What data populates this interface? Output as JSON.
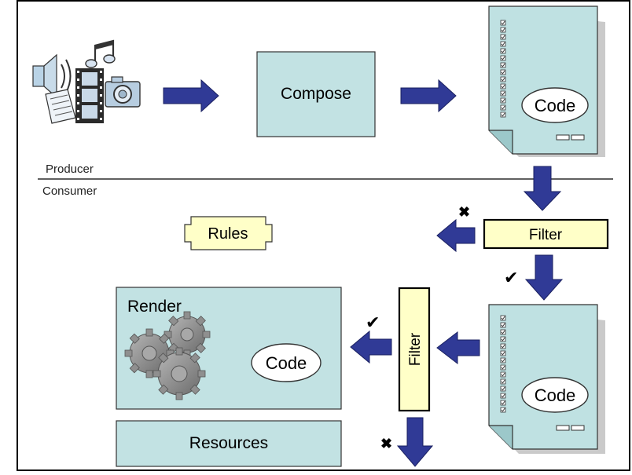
{
  "labels": {
    "compose": "Compose",
    "code": "Code",
    "producer": "Producer",
    "consumer": "Consumer",
    "filter": "Filter",
    "rules": "Rules",
    "render": "Render",
    "resources": "Resources"
  },
  "symbols": {
    "reject": "✖",
    "accept": "✔"
  },
  "colors": {
    "box_fill": "#c2e2e3",
    "page_fill": "#bfe1e2",
    "filter_fill": "#ffffc8",
    "arrow_fill": "#303a96",
    "gear_fill": "#8a8a8a"
  },
  "icons": [
    "speaker-icon",
    "music-note-icon",
    "film-strip-icon",
    "camera-icon",
    "paper-scroll-icon",
    "gears-icon",
    "checklist-icon"
  ]
}
